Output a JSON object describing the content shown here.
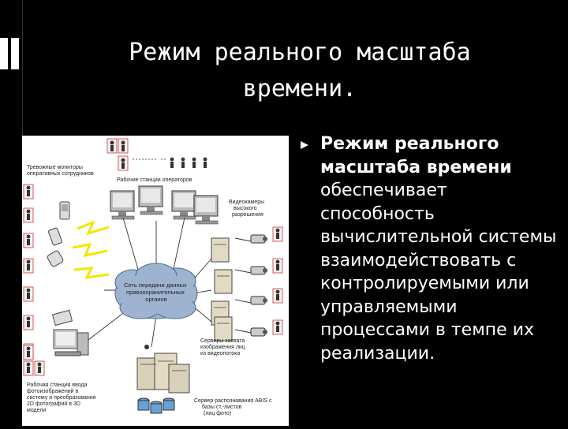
{
  "slide": {
    "title_line1": "Режим реального масштаба",
    "title_line2": "времени.",
    "bullet_bold": "Режим реального масштаба времени",
    "bullet_rest": " обеспечивает способность вычислительной системы взаимодействовать с контролируемыми или управляемыми процессами в темпе их реализации."
  },
  "diagram": {
    "label_monitors": [
      "Тревожные мониторы",
      "оперативных сотрудников"
    ],
    "label_workstations": "Рабочие станции операторов",
    "label_cameras": [
      "Видеокамеры",
      "высокого",
      "разрешения"
    ],
    "label_cloud": [
      "Сеть передачи данных",
      "правоохранительных",
      "органов"
    ],
    "label_servers": [
      "Серверы захвата",
      "изображения лиц",
      "из видеопотока"
    ],
    "label_input_station": [
      "Рабочая станция ввода",
      "фотоизображений в",
      "систему и преобразования",
      "2D фотографий в 3D",
      "модели"
    ],
    "label_abis": [
      "Сервер распознавания ABIS с",
      "базы ст.-листов",
      "(лиц фото)"
    ]
  },
  "colors": {
    "background": "#000000",
    "text": "#ffffff",
    "cloud": "#9db3cf",
    "bolt": "#f3e600"
  }
}
